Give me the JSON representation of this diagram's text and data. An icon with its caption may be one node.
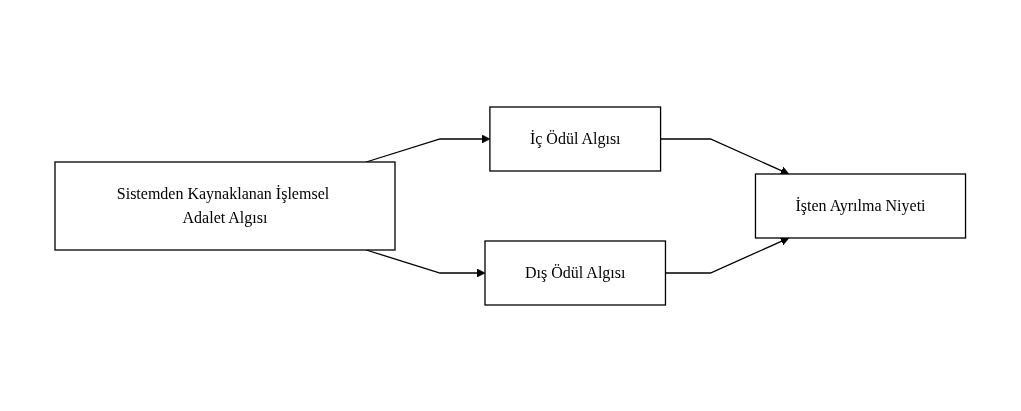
{
  "diagram": {
    "nodes": [
      {
        "text": [
          "Sistemden Kaynaklanan İşlemsel Adalet Algısı"
        ]
      },
      {
        "text": [
          "İç Ödül Algısı"
        ]
      },
      {
        "text": [
          "Dış Ödül Algısı"
        ]
      },
      {
        "text": [
          "İşten Ayrılma Niyeti"
        ]
      }
    ],
    "edges": [
      {
        "from": 0,
        "to": 1,
        "arrow": "to"
      },
      {
        "from": 0,
        "to": 2,
        "arrow": "to"
      },
      {
        "from": 1,
        "to": 3,
        "arrow": "to"
      },
      {
        "from": 2,
        "to": 3,
        "arrow": "to"
      }
    ]
  }
}
